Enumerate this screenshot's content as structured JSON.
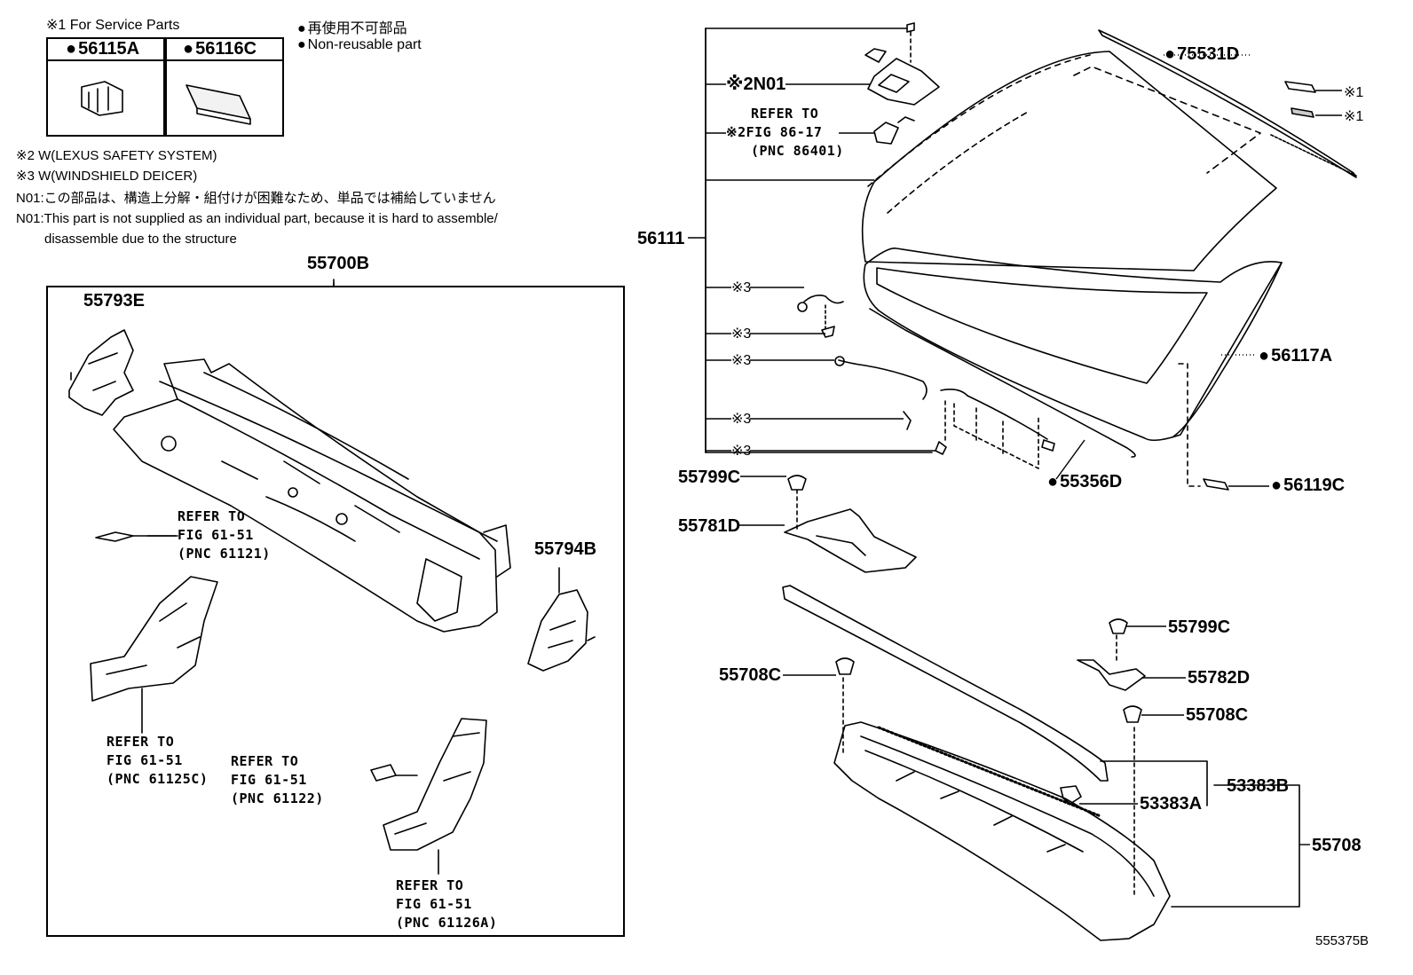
{
  "legend": {
    "service_parts": "※1 For Service Parts",
    "service_part_a": "56115A",
    "service_part_b": "56116C",
    "non_reusable_jp": "再使用不可部品",
    "non_reusable_en": "Non-reusable part"
  },
  "notes": {
    "note2": "※2 W(LEXUS SAFETY SYSTEM)",
    "note3": "※3 W(WINDSHIELD DEICER)",
    "n01_jp": "N01:この部品は、構造上分解・組付けが困難なため、単品では補給していません",
    "n01_en_1": "N01:This part is not supplied as an individual part, because it is hard to assemble/",
    "n01_en_2": "disassemble due to the structure"
  },
  "parts": {
    "p55700B": "55700B",
    "p55793E": "55793E",
    "p55794B": "55794B",
    "p75531D": "75531D",
    "p56111": "56111",
    "p56117A": "56117A",
    "p55356D": "55356D",
    "p56119C": "56119C",
    "p55799C_a": "55799C",
    "p55781D": "55781D",
    "p55799C_b": "55799C",
    "p55782D": "55782D",
    "p55708C_a": "55708C",
    "p55708C_b": "55708C",
    "p53383B": "53383B",
    "p53383A": "53383A",
    "p55708": "55708",
    "n01": "※2N01",
    "s1_a": "※1",
    "s1_b": "※1",
    "s3_1": "※3",
    "s3_2": "※3",
    "s3_3": "※3",
    "s3_4": "※3",
    "s3_5": "※3"
  },
  "refs": {
    "ref_86_17": [
      "REFER TO",
      "※2FIG 86-17",
      "(PNC 86401)"
    ],
    "ref_61121": [
      "REFER TO",
      "FIG 61-51",
      "(PNC 61121)"
    ],
    "ref_61125C": [
      "REFER TO",
      "FIG 61-51",
      "(PNC 61125C)"
    ],
    "ref_61122": [
      "REFER TO",
      "FIG 61-51",
      "(PNC 61122)"
    ],
    "ref_61126A": [
      "REFER TO",
      "FIG 61-51",
      "(PNC 61126A)"
    ]
  },
  "figure_id": "555375B"
}
